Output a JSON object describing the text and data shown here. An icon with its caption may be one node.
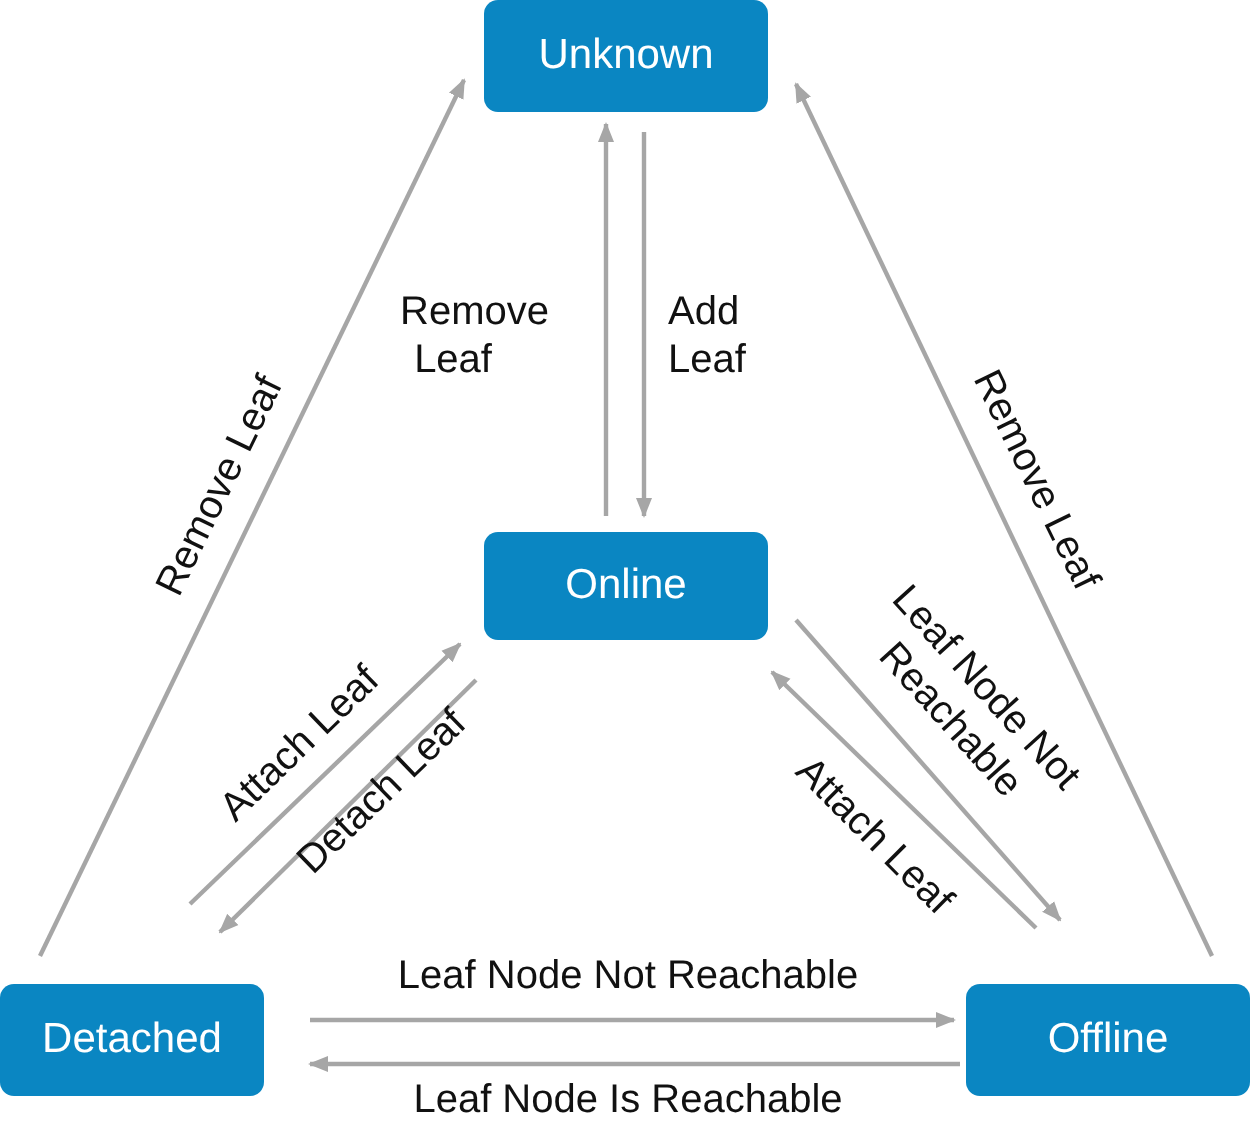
{
  "diagram": {
    "nodes": [
      {
        "text": [
          "Unknown"
        ]
      },
      {
        "text": [
          "Online"
        ]
      },
      {
        "text": [
          "Detached"
        ]
      },
      {
        "text": [
          "Offline"
        ]
      }
    ],
    "edges": [
      {
        "from": 1,
        "to": 0,
        "arrow": "to",
        "label": "Remove Leaf"
      },
      {
        "from": 0,
        "to": 1,
        "arrow": "to",
        "label": "Add Leaf"
      },
      {
        "from": 2,
        "to": 0,
        "arrow": "to",
        "label": "Remove Leaf"
      },
      {
        "from": 3,
        "to": 0,
        "arrow": "to",
        "label": "Remove Leaf"
      },
      {
        "from": 2,
        "to": 1,
        "arrow": "to",
        "label": "Attach Leaf"
      },
      {
        "from": 1,
        "to": 2,
        "arrow": "to",
        "label": "Detach Leaf"
      },
      {
        "from": 1,
        "to": 3,
        "arrow": "to",
        "label": "Leaf Node Not Reachable"
      },
      {
        "from": 3,
        "to": 1,
        "arrow": "to",
        "label": "Attach Leaf"
      },
      {
        "from": 2,
        "to": 3,
        "arrow": "to",
        "label": "Leaf Node Not Reachable"
      },
      {
        "from": 3,
        "to": 2,
        "arrow": "to",
        "label": "Leaf Node Is Reachable"
      }
    ]
  }
}
